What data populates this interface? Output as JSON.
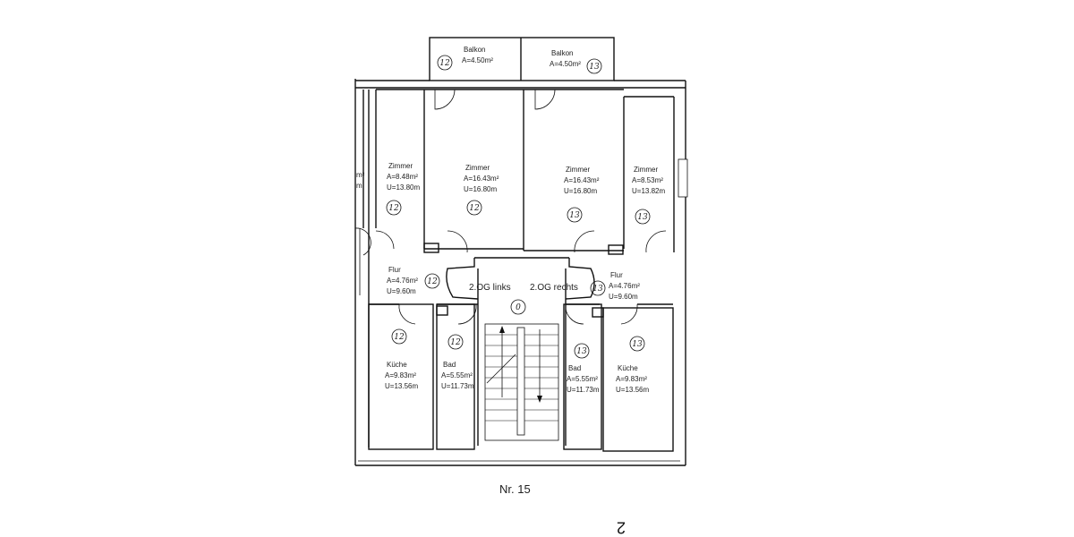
{
  "caption": "Nr. 15",
  "page_number": "2",
  "rooms": [
    {
      "id": "balkon-left",
      "name": "Balkon",
      "area": "A=4.50m²",
      "number": "12"
    },
    {
      "id": "balkon-right",
      "name": "Balkon",
      "area": "A=4.50m²",
      "number": "13"
    },
    {
      "id": "zimmer-1",
      "name": "Zimmer",
      "area": "A=8.48m²",
      "perimeter": "U=13.80m",
      "number": "12"
    },
    {
      "id": "zimmer-2",
      "name": "Zimmer",
      "area": "A=16.43m²",
      "perimeter": "U=16.80m",
      "number": "12"
    },
    {
      "id": "zimmer-3",
      "name": "Zimmer",
      "area": "A=16.43m²",
      "perimeter": "U=16.80m",
      "number": "13"
    },
    {
      "id": "zimmer-4",
      "name": "Zimmer",
      "area": "A=8.53m²",
      "perimeter": "U=13.82m",
      "number": "13"
    },
    {
      "id": "flur-left",
      "name": "Flur",
      "area": "A=4.76m²",
      "perimeter": "U=9.60m",
      "number": "12"
    },
    {
      "id": "flur-right",
      "name": "Flur",
      "area": "A=4.76m²",
      "perimeter": "U=9.60m",
      "number": "13"
    },
    {
      "id": "kueche-left",
      "name": "Küche",
      "area": "A=9.83m²",
      "perimeter": "U=13.56m",
      "number": "12"
    },
    {
      "id": "bad-left",
      "name": "Bad",
      "area": "A=5.55m²",
      "perimeter": "U=11.73m",
      "number": "12"
    },
    {
      "id": "bad-right",
      "name": "Bad",
      "area": "A=5.55m²",
      "perimeter": "U=11.73m",
      "number": "13"
    },
    {
      "id": "kueche-right",
      "name": "Küche",
      "area": "A=9.83m²",
      "perimeter": "U=13.56m",
      "number": "13"
    }
  ],
  "landing": {
    "left_label": "2.OG links",
    "right_label": "2.OG rechts",
    "number": "0"
  },
  "cut_off_fragments": {
    "top": "m²",
    "bottom": "m"
  }
}
